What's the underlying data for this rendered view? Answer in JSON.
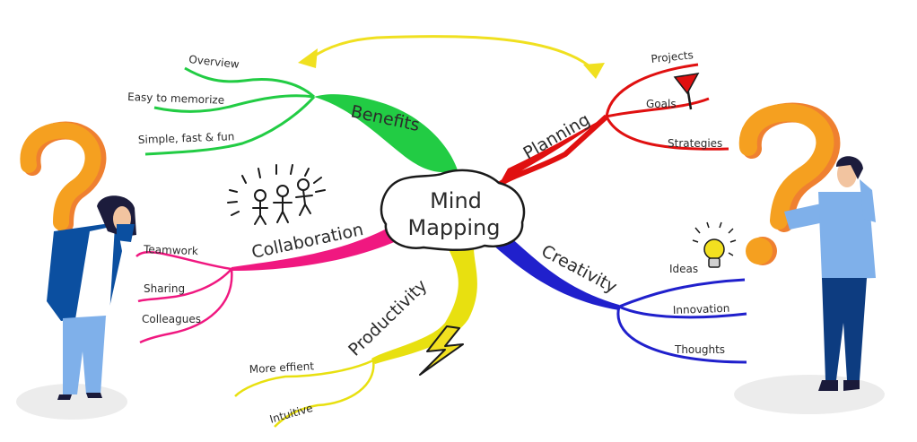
{
  "diagram": {
    "type": "mind-map",
    "center": {
      "line1": "Mind",
      "line2": "Mapping"
    },
    "colors": {
      "benefits": "#22cc44",
      "planning": "#e01010",
      "collaboration": "#f01880",
      "creativity": "#2020cc",
      "productivity": "#e8e010",
      "arrow": "#f0e020",
      "question_mark": "#f5a020",
      "question_mark_shadow": "#ef8030"
    },
    "branches": [
      {
        "id": "benefits",
        "label": "Benefits",
        "leaves": [
          "Overview",
          "Easy to memorize",
          "Simple, fast & fun"
        ]
      },
      {
        "id": "planning",
        "label": "Planning",
        "leaves": [
          "Projects",
          "Goals",
          "Strategies"
        ]
      },
      {
        "id": "collaboration",
        "label": "Collaboration",
        "leaves": [
          "Teamwork",
          "Sharing",
          "Colleagues"
        ]
      },
      {
        "id": "creativity",
        "label": "Creativity",
        "leaves": [
          "Ideas",
          "Innovation",
          "Thoughts"
        ]
      },
      {
        "id": "productivity",
        "label": "Productivity",
        "leaves": [
          "More effient",
          "Intuitive"
        ]
      }
    ],
    "icons": [
      "flag-icon",
      "lightbulb-icon",
      "lightning-icon",
      "stick-figures-icon",
      "question-mark-icon",
      "curved-arrow-icon"
    ]
  }
}
